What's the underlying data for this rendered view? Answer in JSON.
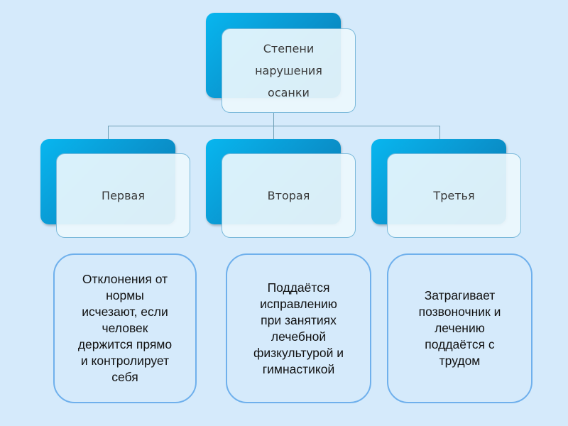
{
  "root": {
    "label": "Степени\nнарушения\nосанки"
  },
  "degrees": [
    {
      "label": "Первая",
      "description": "Отклонения от\nнормы\nисчезают, если\nчеловек\nдержится прямо\nи контролирует\nсебя"
    },
    {
      "label": "Вторая",
      "description": "Поддаётся\nисправлению\nпри занятиях\nлечебной\nфизкультурой и\nгимнастикой"
    },
    {
      "label": "Третья",
      "description": "Затрагивает\nпозвоночник и\nлечению\nподдаётся с\nтрудом"
    }
  ],
  "colors": {
    "background": "#d5eafb",
    "accent": "#0a93cd",
    "border": "#6fb0ec"
  }
}
